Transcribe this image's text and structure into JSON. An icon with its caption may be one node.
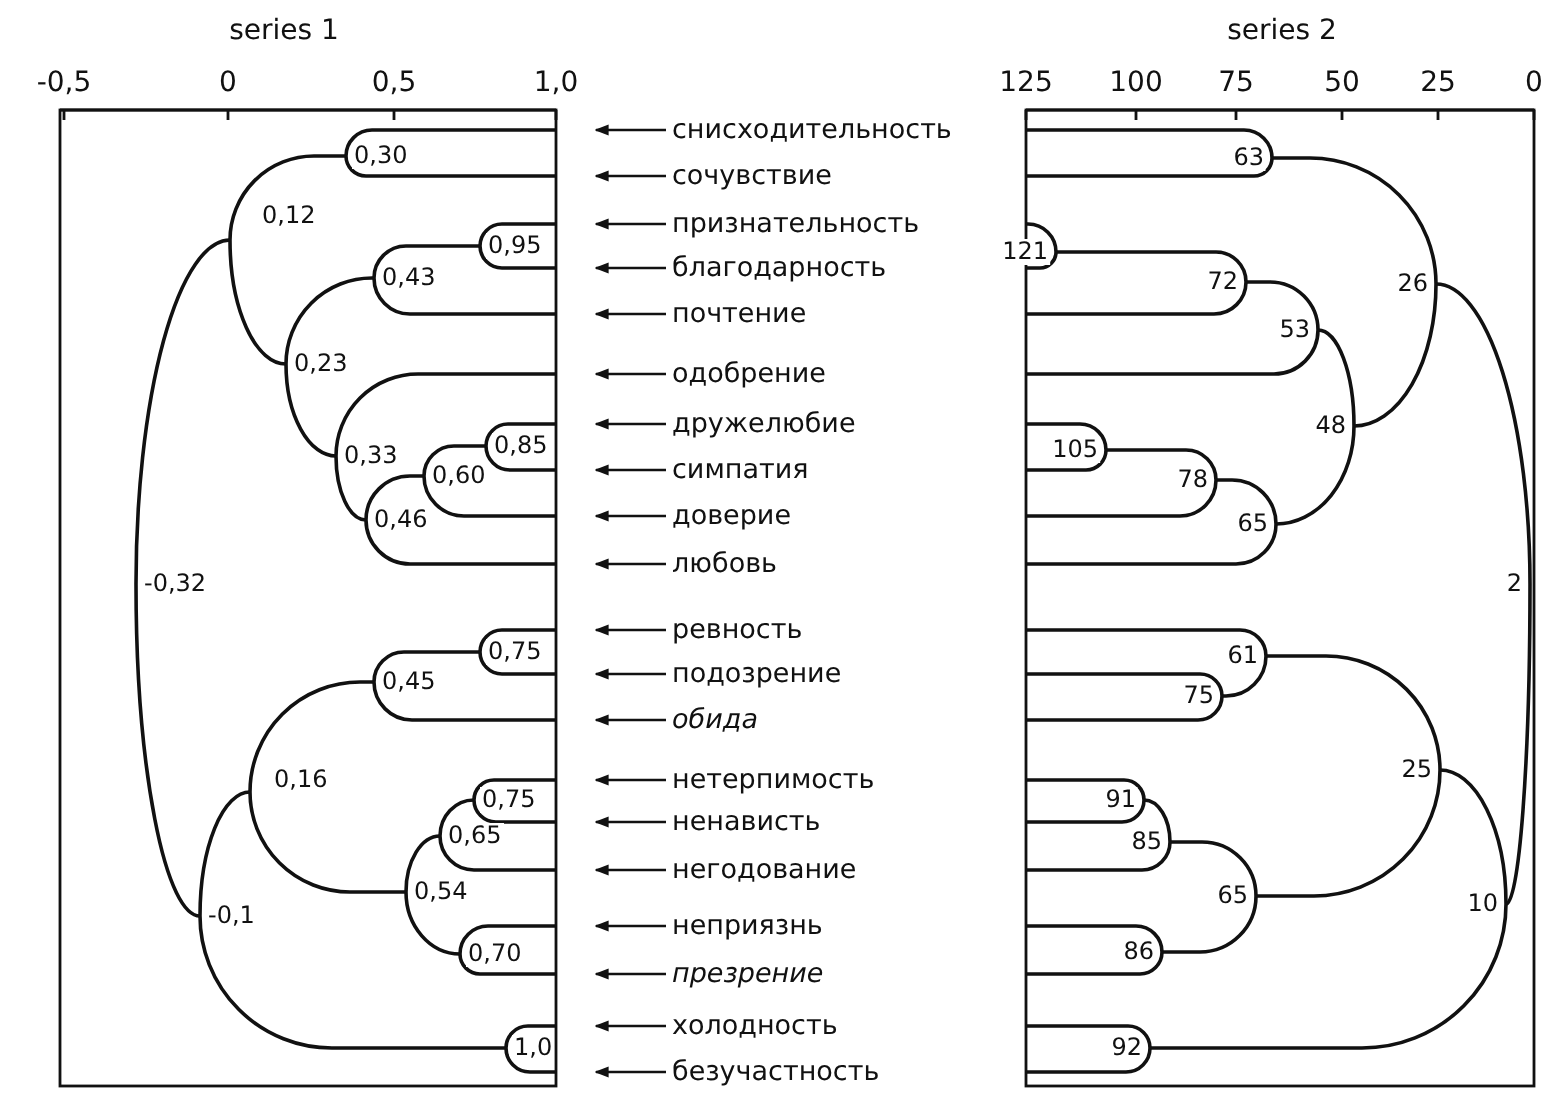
{
  "diagram": {
    "nodes": [
      {
        "text": [
          "снисходительность"
        ]
      },
      {
        "text": [
          "сочувствие"
        ]
      },
      {
        "text": [
          "признательность"
        ]
      },
      {
        "text": [
          "благодарность"
        ]
      },
      {
        "text": [
          "почтение"
        ]
      },
      {
        "text": [
          "одобрение"
        ]
      },
      {
        "text": [
          "дружелюбие"
        ]
      },
      {
        "text": [
          "симпатия"
        ]
      },
      {
        "text": [
          "доверие"
        ]
      },
      {
        "text": [
          "любовь"
        ]
      },
      {
        "text": [
          "ревность"
        ]
      },
      {
        "text": [
          "подозрение"
        ]
      },
      {
        "text": [
          "обида"
        ]
      },
      {
        "text": [
          "нетерпимость"
        ]
      },
      {
        "text": [
          "ненависть"
        ]
      },
      {
        "text": [
          "негодование"
        ]
      },
      {
        "text": [
          "неприязнь"
        ]
      },
      {
        "text": [
          "презрение"
        ]
      },
      {
        "text": [
          "холодность"
        ]
      },
      {
        "text": [
          "безучастность"
        ]
      }
    ],
    "edges": [
      {
        "from": 0,
        "to": null,
        "arrow": "to"
      },
      {
        "from": 1,
        "to": null,
        "arrow": "to"
      },
      {
        "from": 2,
        "to": null,
        "arrow": "to"
      },
      {
        "from": 3,
        "to": null,
        "arrow": "to"
      },
      {
        "from": 4,
        "to": null,
        "arrow": "to"
      },
      {
        "from": 5,
        "to": null,
        "arrow": "to"
      },
      {
        "from": 6,
        "to": null,
        "arrow": "to"
      },
      {
        "from": 7,
        "to": null,
        "arrow": "to"
      },
      {
        "from": 8,
        "to": null,
        "arrow": "to"
      },
      {
        "from": 9,
        "to": null,
        "arrow": "to"
      },
      {
        "from": 10,
        "to": null,
        "arrow": "to"
      },
      {
        "from": 11,
        "to": null,
        "arrow": "to"
      },
      {
        "from": 12,
        "to": null,
        "arrow": "to"
      },
      {
        "from": 13,
        "to": null,
        "arrow": "to"
      },
      {
        "from": 14,
        "to": null,
        "arrow": "to"
      },
      {
        "from": 15,
        "to": null,
        "arrow": "to"
      },
      {
        "from": 16,
        "to": null,
        "arrow": "to"
      },
      {
        "from": 17,
        "to": null,
        "arrow": "to"
      },
      {
        "from": 18,
        "to": null,
        "arrow": "to"
      },
      {
        "from": 19,
        "to": null,
        "arrow": "to"
      }
    ],
    "labels": [
      "series 1",
      "-0,5",
      "0",
      "0,5",
      "1,0",
      "series 2",
      "125",
      "100",
      "75",
      "50",
      "25",
      "0",
      "0,30",
      "0,12",
      "0,95",
      "0,43",
      "0,23",
      "0,85",
      "0,33",
      "0,60",
      "0,46",
      "-0,32",
      "0,75",
      "0,45",
      "0,16",
      "0,75",
      "0,65",
      "0,54",
      "-0,1",
      "0,70",
      "1,0",
      "63",
      "121",
      "72",
      "26",
      "53",
      "48",
      "105",
      "78",
      "65",
      "2",
      "61",
      "75",
      "25",
      "91",
      "85",
      "65",
      "10",
      "86",
      "92"
    ]
  }
}
